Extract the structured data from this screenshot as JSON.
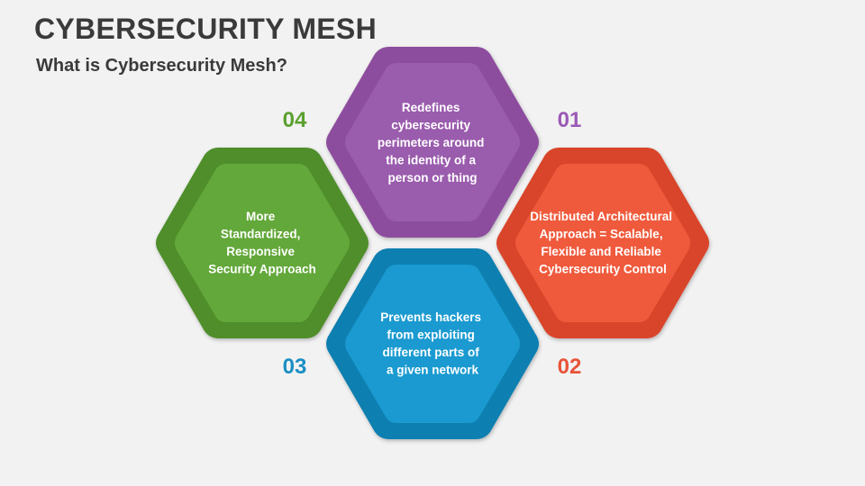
{
  "header": {
    "title": "CYBERSECURITY MESH",
    "subtitle": "What is Cybersecurity Mesh?"
  },
  "hexagons": [
    {
      "id": "01",
      "number": "01",
      "color_outer": "#8d4e9e",
      "color_inner": "#9a5cad",
      "number_color": "#9b59b6",
      "lines": [
        "Redefines",
        "cybersecurity",
        "perimeters around",
        "the identity of a",
        "person or thing"
      ]
    },
    {
      "id": "02",
      "number": "02",
      "color_outer": "#d9452b",
      "color_inner": "#ef5a3c",
      "number_color": "#e8533a",
      "lines": [
        "Distributed Architectural",
        "Approach = Scalable,",
        "Flexible and Reliable",
        "Cybersecurity Control"
      ]
    },
    {
      "id": "03",
      "number": "03",
      "color_outer": "#0e7fb0",
      "color_inner": "#1a9ad0",
      "number_color": "#1a8fc4",
      "lines": [
        "Prevents hackers",
        "from exploiting",
        "different parts of",
        "a given network"
      ]
    },
    {
      "id": "04",
      "number": "04",
      "color_outer": "#4f8e2c",
      "color_inner": "#63a83a",
      "number_color": "#5aa02f",
      "lines": [
        "More",
        "Standardized,",
        "Responsive",
        "Security Approach"
      ]
    }
  ]
}
